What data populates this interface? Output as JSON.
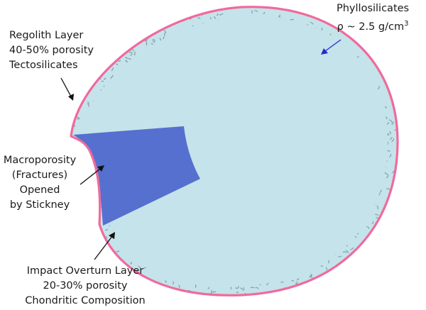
{
  "diagram": {
    "colors": {
      "body_fill": "#c5e3ea",
      "rim": "#f06a9c",
      "macroporosity_fill": "#5670cf",
      "arrow_black": "#111111",
      "arrow_blue": "#1f2bd1",
      "regolith_speckle": "#7c9aa4"
    },
    "labels": {
      "phyllosilicates": {
        "line1": "Phyllosilicates",
        "density_prefix": "ρ ~ 2.5 g/cm",
        "density_exponent": "3"
      },
      "regolith": {
        "line1": "Regolith Layer",
        "line2": "40-50% porosity",
        "line3": "Tectosilicates"
      },
      "macroporosity": {
        "line1": "Macroporosity",
        "line2": "(Fractures)",
        "line3": "Opened",
        "line4": "by Stickney"
      },
      "impact": {
        "line1": "Impact Overturn Layer",
        "line2": "20-30% porosity",
        "line3": "Chondritic Composition"
      }
    }
  }
}
